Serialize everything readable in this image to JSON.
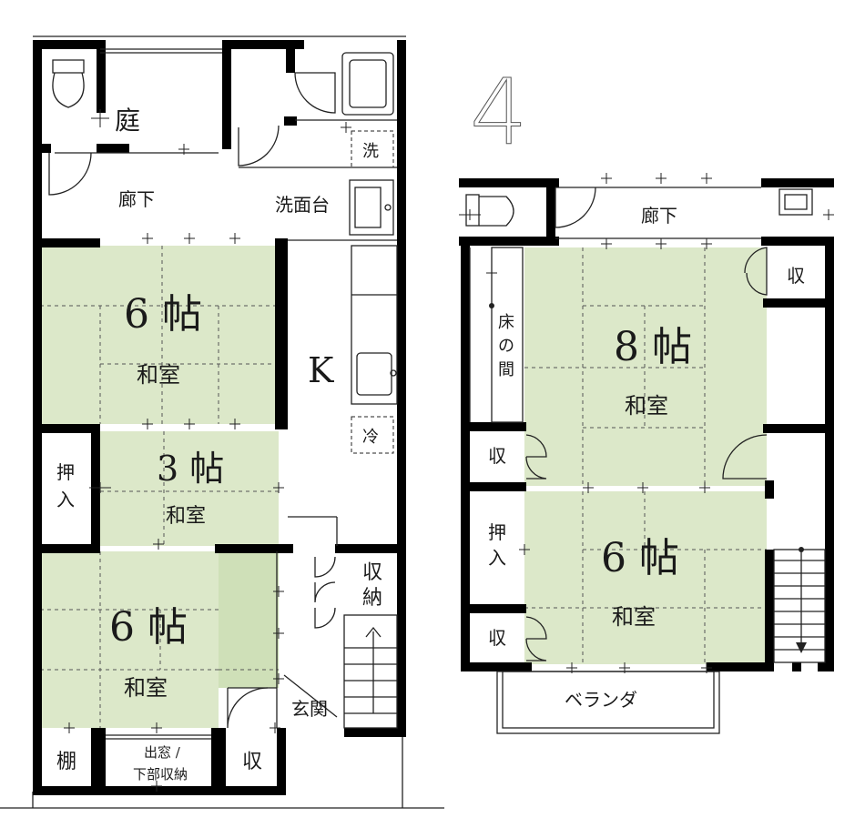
{
  "floor1": {
    "garden": "庭",
    "hall": "廊下",
    "washbasin": "洗面台",
    "washer": "洗",
    "kitchen": "K",
    "fridge": "冷",
    "room_top_size": "6 帖",
    "room_top_type": "和室",
    "room_mid_size": "3 帖",
    "room_mid_type": "和室",
    "closet_mid": "押入",
    "room_bot_size": "6 帖",
    "room_bot_type": "和室",
    "storage_stair": "収納",
    "entrance": "玄関",
    "shelf": "棚",
    "bay_window": "出窓 /",
    "bay_storage": "下部収納",
    "storage_small": "収"
  },
  "floor2": {
    "floor_number": "4",
    "hall": "廊下",
    "storage_top": "収",
    "tokonoma": "床の間",
    "room_a_size": "8 帖",
    "room_a_type": "和室",
    "storage_left_1": "収",
    "closet": "押入",
    "room_b_size": "6 帖",
    "room_b_type": "和室",
    "storage_left_2": "収",
    "veranda": "ベランダ"
  }
}
